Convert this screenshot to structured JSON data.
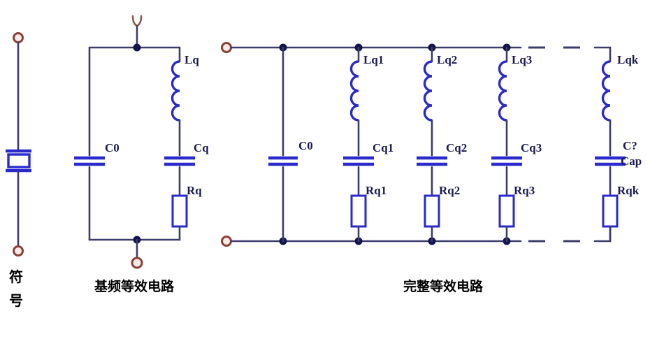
{
  "captions": {
    "symbol_line1": "符",
    "symbol_line2": "号",
    "fundamental_caption": "基频等效电路",
    "complete_caption": "完整等效电路"
  },
  "fundamental_circuit": {
    "shunt_capacitor_label": "C0",
    "inductor_label": "Lq",
    "capacitor_label": "Cq",
    "resistor_label": "Rq"
  },
  "complete_circuit": {
    "shunt_capacitor_label": "C0",
    "branches": [
      {
        "inductor": "Lq1",
        "capacitor": "Cq1",
        "resistor": "Rq1"
      },
      {
        "inductor": "Lq2",
        "capacitor": "Cq2",
        "resistor": "Rq2"
      },
      {
        "inductor": "Lq3",
        "capacitor": "Cq3",
        "resistor": "Rq3"
      },
      {
        "inductor": "Lqk",
        "capacitor_line1": "C?",
        "capacitor_line2": "Cap",
        "resistor": "Rqk"
      }
    ]
  },
  "colors": {
    "wire": "#3c3c6c",
    "component_blue": "#2a2acc",
    "junction_dot": "#14144d",
    "terminal_ring": "#8a4038",
    "label_text": "#1b1b52"
  }
}
